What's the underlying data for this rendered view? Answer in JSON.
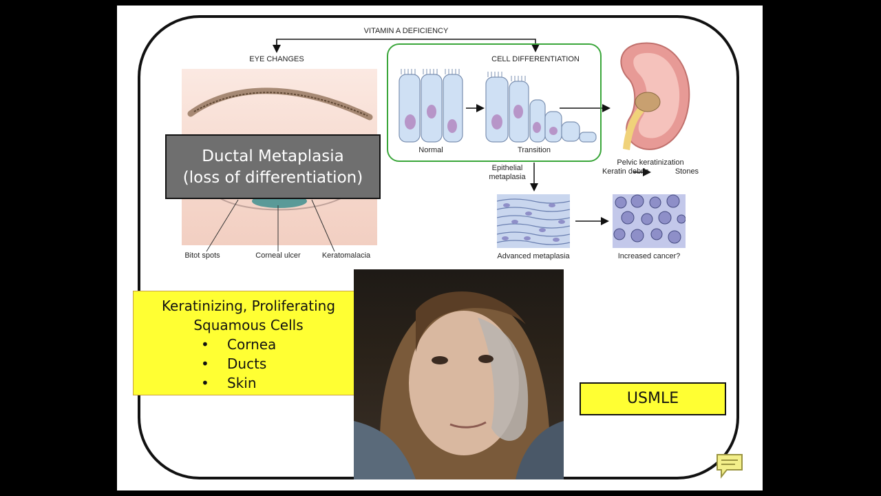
{
  "diagram": {
    "vitamin_a": "VITAMIN A DEFICIENCY",
    "eye_changes": "EYE CHANGES",
    "cell_differentiation": "CELL DIFFERENTIATION",
    "normal": "Normal",
    "transition": "Transition",
    "epithelial_metaplasia": [
      "Epithelial",
      "metaplasia"
    ],
    "pelvic": [
      "Pelvic keratinization",
      "Keratin debris",
      "Stones"
    ],
    "advanced_metaplasia": "Advanced metaplasia",
    "increased_cancer": "Increased cancer?",
    "bitot_spots": "Bitot spots",
    "corneal_ulcer": "Corneal ulcer",
    "keratomalacia": "Keratomalacia"
  },
  "callout": {
    "line1": "Ductal Metaplasia",
    "line2": "(loss of differentiation)"
  },
  "yellow_box": {
    "title_line1": "Keratinizing, Proliferating",
    "title_line2": "Squamous Cells",
    "items": [
      "Cornea",
      "Ducts",
      "Skin"
    ]
  },
  "badge": {
    "label": "USMLE"
  },
  "icons": {
    "comment": "speech-bubble-icon"
  },
  "colors": {
    "green": "#3aa63a",
    "yellow": "#ffff33",
    "callout_gray": "#6f6f6f"
  }
}
